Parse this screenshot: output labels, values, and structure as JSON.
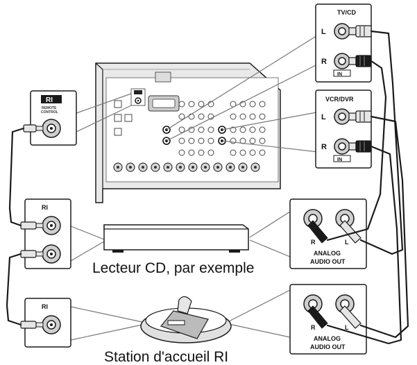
{
  "labels": {
    "tvcd": "TV/CD",
    "vcrdvr": "VCR/DVR",
    "left": "L",
    "right": "R",
    "in_tag": "IN",
    "ri": "RI",
    "remote_control_line1": "REMOTE",
    "remote_control_line2": "CONTROL",
    "analog_line1": "ANALOG",
    "analog_line2": "AUDIO OUT",
    "caption_cd": "Lecteur CD, par exemple",
    "caption_dock": "Station d'accueil RI"
  },
  "colors": {
    "line": "#1a1a1a",
    "panel_fill": "#ffffff",
    "receiver_fill": "#e9e9e9",
    "jack_shade": "#cfcfcf",
    "plug_dark": "#1a1a1a",
    "plug_light": "#e6e6e6"
  }
}
